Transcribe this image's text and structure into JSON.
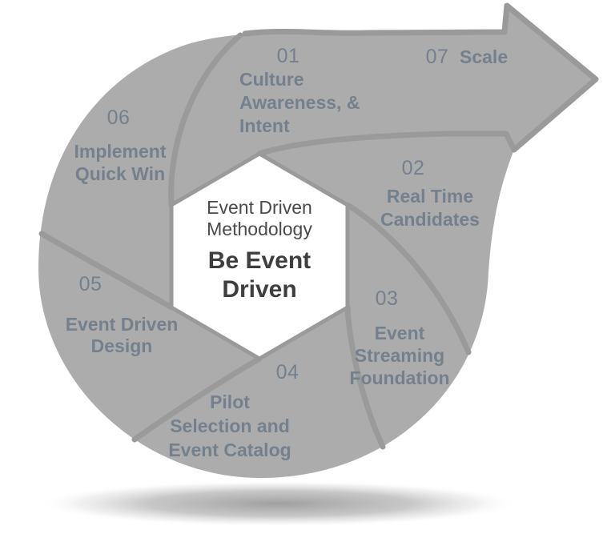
{
  "diagram": {
    "type": "methodology-spiral",
    "center": {
      "subtitle_lines": [
        "Event Driven",
        "Methodology"
      ],
      "title_lines": [
        "Be Event",
        "Driven"
      ]
    },
    "steps": [
      {
        "number": "01",
        "lines": [
          "Culture",
          "Awareness, &",
          "Intent"
        ]
      },
      {
        "number": "02",
        "lines": [
          "Real Time",
          "Candidates"
        ]
      },
      {
        "number": "03",
        "lines": [
          "Event",
          "Streaming",
          "Foundation"
        ]
      },
      {
        "number": "04",
        "lines": [
          "Pilot",
          "Selection and",
          "Event Catalog"
        ]
      },
      {
        "number": "05",
        "lines": [
          "Event Driven",
          "Design"
        ]
      },
      {
        "number": "06",
        "lines": [
          "Implement",
          "Quick Win"
        ]
      },
      {
        "number": "07",
        "lines": [
          "Scale"
        ]
      }
    ]
  },
  "colors": {
    "shape_fill": "#acacac",
    "shape_line": "#9a9a9a",
    "step_text": "#74808d",
    "center_subtitle_text": "#4a4a4a",
    "center_title_text": "#3e3e3e"
  }
}
